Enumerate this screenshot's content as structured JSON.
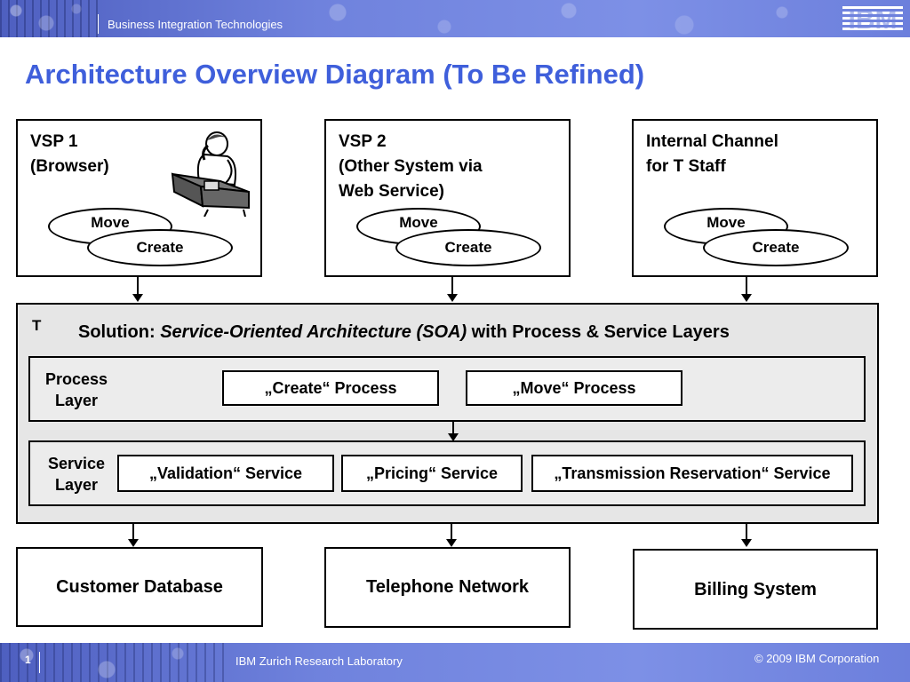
{
  "header": {
    "division": "Business Integration Technologies",
    "logo_text": "IBM"
  },
  "title": "Architecture Overview Diagram (To Be Refined)",
  "channels": [
    {
      "text": "VSP 1\n(Browser)",
      "move": "Move",
      "create": "Create"
    },
    {
      "text": "VSP 2\n(Other System via\nWeb Service)",
      "move": "Move",
      "create": "Create"
    },
    {
      "text": "Internal Channel\nfor T Staff",
      "move": "Move",
      "create": "Create"
    }
  ],
  "solution": {
    "corner_label": "T",
    "title_prefix": "Solution: ",
    "title_italic": "Service-Oriented Architecture (SOA)",
    "title_suffix": " with Process & Service Layers",
    "process_layer": {
      "label": "Process\nLayer",
      "items": [
        "„Create“ Process",
        "„Move“ Process"
      ]
    },
    "service_layer": {
      "label": "Service\nLayer",
      "items": [
        "„Validation“ Service",
        "„Pricing“ Service",
        "„Transmission Reservation“ Service"
      ]
    }
  },
  "systems": [
    "Customer Database",
    "Telephone Network",
    "Billing System"
  ],
  "footer": {
    "page_number": "1",
    "lab": "IBM Zurich Research Laboratory",
    "copyright": "© 2009 IBM Corporation"
  },
  "colors": {
    "title": "#3f5fdb",
    "band": "#6f82dd",
    "solution_bg": "#e6e6e6"
  },
  "icons": [
    "person-on-phone-at-desk-icon"
  ]
}
